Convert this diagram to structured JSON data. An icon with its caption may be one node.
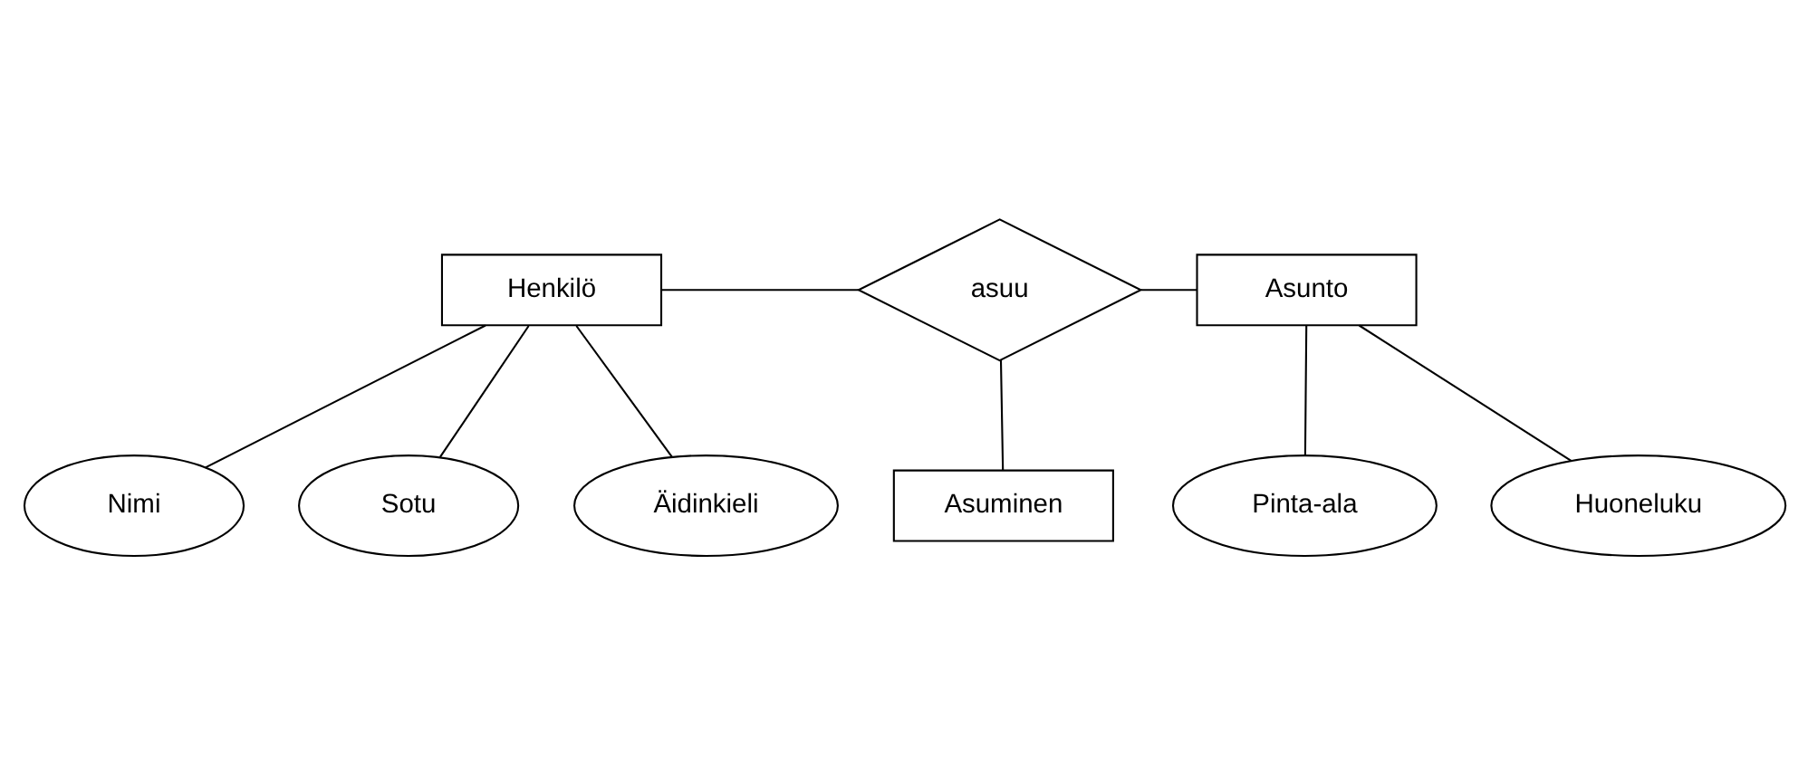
{
  "diagram": {
    "nodes": [
      {
        "text": [
          "Henkilö"
        ]
      },
      {
        "text": [
          "asuu"
        ]
      },
      {
        "text": [
          "Asunto"
        ]
      },
      {
        "text": [
          "Asuminen"
        ]
      },
      {
        "text": [
          "Nimi"
        ]
      },
      {
        "text": [
          "Sotu"
        ]
      },
      {
        "text": [
          "Äidinkieli"
        ]
      },
      {
        "text": [
          "Pinta-ala"
        ]
      },
      {
        "text": [
          "Huoneluku"
        ]
      }
    ],
    "edges": [
      {
        "from": 0,
        "to": 1,
        "arrow": "none"
      },
      {
        "from": 1,
        "to": 2,
        "arrow": "none"
      },
      {
        "from": 1,
        "to": 3,
        "arrow": "none"
      },
      {
        "from": 0,
        "to": 4,
        "arrow": "none"
      },
      {
        "from": 0,
        "to": 5,
        "arrow": "none"
      },
      {
        "from": 0,
        "to": 6,
        "arrow": "none"
      },
      {
        "from": 2,
        "to": 7,
        "arrow": "none"
      },
      {
        "from": 2,
        "to": 8,
        "arrow": "none"
      }
    ]
  }
}
